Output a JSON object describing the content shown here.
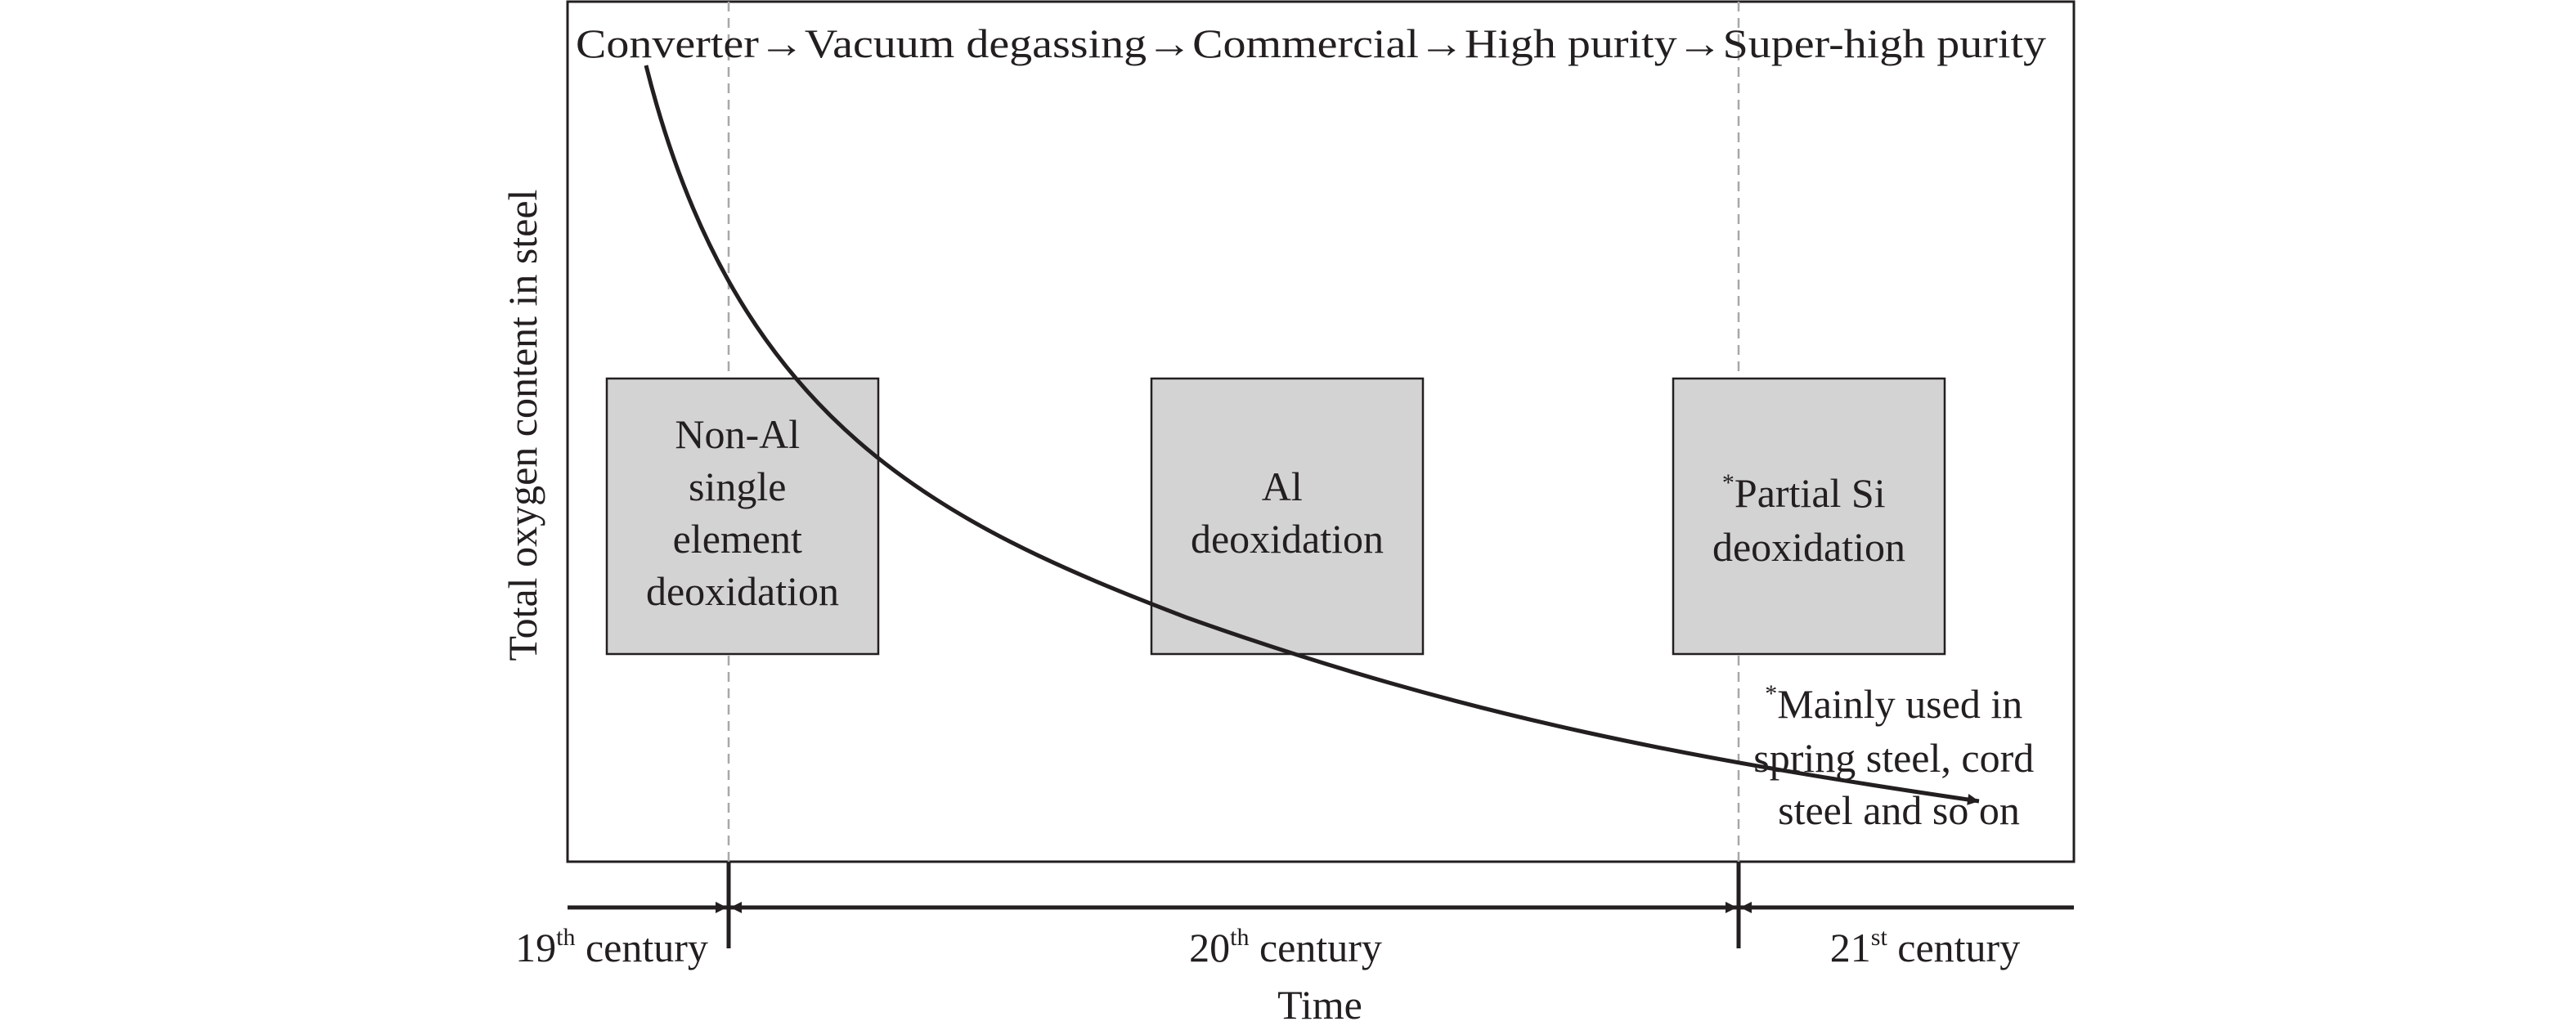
{
  "header": {
    "stages": "Converter→Vacuum degassing→Commercial→High purity→Super-high purity"
  },
  "axes": {
    "ylabel": "Total oxygen content in steel",
    "xlabel": "Time"
  },
  "boxes": {
    "non_al": {
      "lines": [
        "Non-Al",
        "single",
        "element",
        "deoxidation"
      ]
    },
    "al": {
      "lines": [
        "Al",
        "deoxidation"
      ]
    },
    "partial_si": {
      "asterisk": "*",
      "line1": "Partial Si",
      "line2": "deoxidation"
    }
  },
  "note": {
    "asterisk": "*",
    "line1": "Mainly used in",
    "line2": "spring steel, cord",
    "line3": "steel and so on"
  },
  "periods": {
    "c19": {
      "num": "19",
      "suffix": "th",
      "word": " century"
    },
    "c20": {
      "num": "20",
      "suffix": "th",
      "word": " century"
    },
    "c21": {
      "num": "21",
      "suffix": "st",
      "word": " century"
    }
  },
  "colors": {
    "line": "#231f20",
    "box_fill": "#d3d3d3",
    "divider": "#a8a8a8"
  }
}
